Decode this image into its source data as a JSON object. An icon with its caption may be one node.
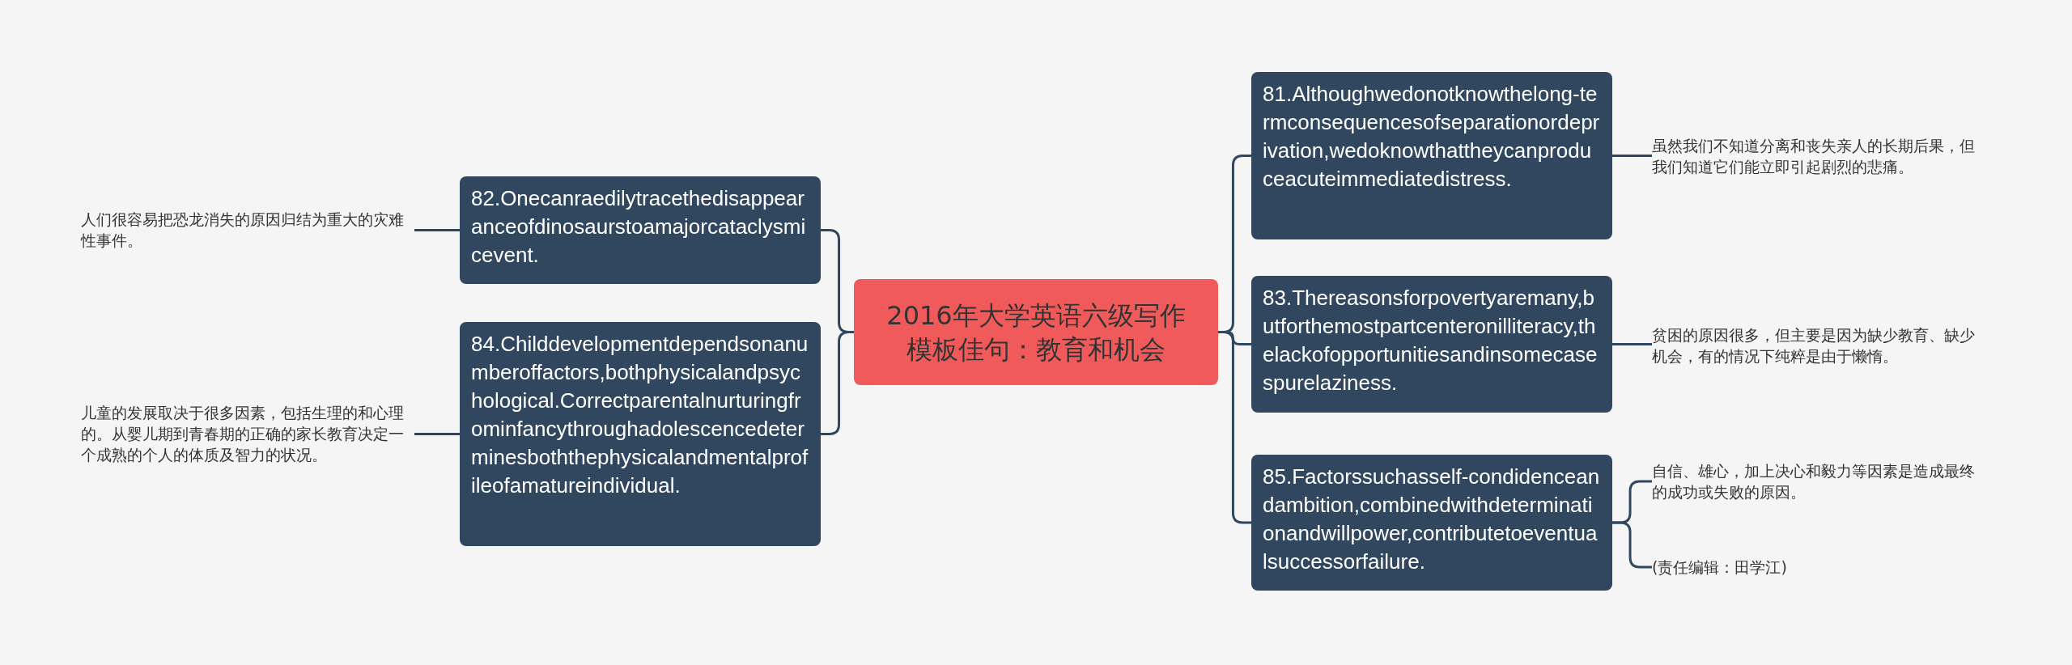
{
  "diagram": {
    "nodes": [
      {
        "text": [
          "2016年大学英语六级写作模板佳句：教育和机会"
        ]
      },
      {
        "text": [
          "82.Onecanraedilytracethedisappearanceofdinosaurstoamajorcataclysmicevent."
        ]
      },
      {
        "text": [
          "84.Childdevelopmentdependsonanumberoffactors,bothphysicalandpsychological.Correctparentalnurturingfrominfancythroughadolescencedeterminesboththephysicalandmentalprofileofamatureindividual."
        ]
      },
      {
        "text": [
          "81.Althoughwedonotknowthelong-termconsequencesofseparationordeprivation,wedoknowthattheycanproduceacuteimmediatedistress."
        ]
      },
      {
        "text": [
          "83.Thereasonsforpovertyaremany,butforthemostpartcenteronilliteracy,thelackofopportunitiesandinsomecasespurelaziness."
        ]
      },
      {
        "text": [
          "85.Factorssuchasself-condidenceandambition,combinedwithdeterminationandwillpower,contributetoeventualsuccessorfailure."
        ]
      },
      {
        "text": [
          "人们很容易把恐龙消失的原因归结为重大的灾难性事件。"
        ]
      },
      {
        "text": [
          "儿童的发展取决于很多因素，包括生理的和心理的。从婴儿期到青春期的正确的家长教育决定一个成熟的个人的体质及智力的状况。"
        ]
      },
      {
        "text": [
          "虽然我们不知道分离和丧失亲人的长期后果，但我们知道它们能立即引起剧烈的悲痛。"
        ]
      },
      {
        "text": [
          "贫困的原因很多，但主要是因为缺少教育、缺少机会，有的情况下纯粹是由于懒惰。"
        ]
      },
      {
        "text": [
          "自信、雄心，加上决心和毅力等因素是造成最终的成功或失败的原因。"
        ]
      },
      {
        "text": [
          "(责任编辑：田学江)"
        ]
      }
    ],
    "edges": [
      {
        "from": 0,
        "to": 1,
        "arrow": "none"
      },
      {
        "from": 0,
        "to": 2,
        "arrow": "none"
      },
      {
        "from": 0,
        "to": 3,
        "arrow": "none"
      },
      {
        "from": 0,
        "to": 4,
        "arrow": "none"
      },
      {
        "from": 0,
        "to": 5,
        "arrow": "none"
      },
      {
        "from": 1,
        "to": 6,
        "arrow": "none"
      },
      {
        "from": 2,
        "to": 7,
        "arrow": "none"
      },
      {
        "from": 3,
        "to": 8,
        "arrow": "none"
      },
      {
        "from": 4,
        "to": 9,
        "arrow": "none"
      },
      {
        "from": 5,
        "to": 10,
        "arrow": "none"
      },
      {
        "from": 5,
        "to": 11,
        "arrow": "none"
      }
    ]
  }
}
